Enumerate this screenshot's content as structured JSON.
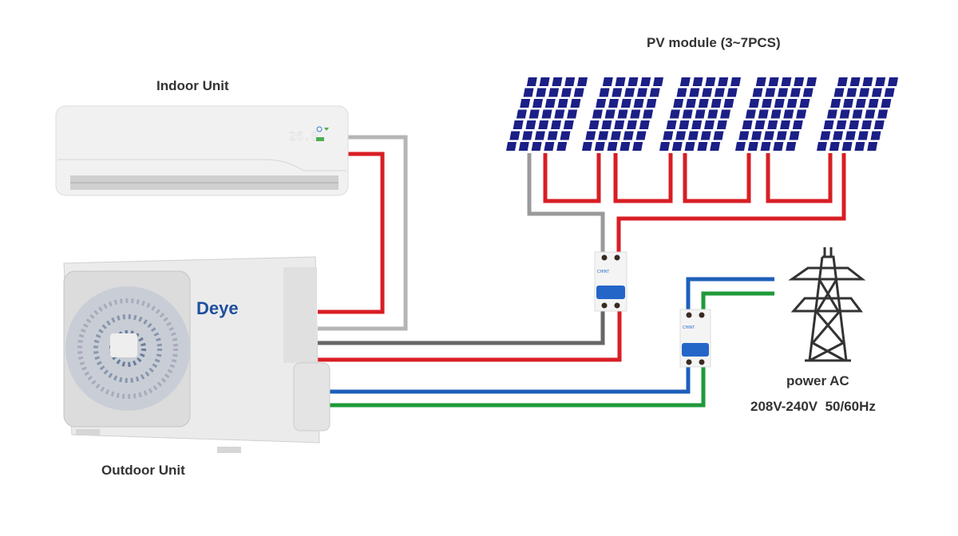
{
  "labels": {
    "indoor": "Indoor Unit",
    "outdoor": "Outdoor Unit",
    "pv": "PV module (3~7PCS)",
    "power": "power AC",
    "voltage": "208V-240V  50/60Hz"
  },
  "indoor_display": "26.0",
  "brand_logo": "Deye",
  "breaker_brand": "CHINT",
  "panel_count": 5,
  "colors": {
    "panel": "#1b1f86",
    "red_wire": "#d81e24",
    "gray_wire": "#9a9a9a",
    "dark_wire": "#555555",
    "blue_wire": "#1d5fb8",
    "green_wire": "#1f9a3a",
    "breaker_blue": "#2466c8",
    "brand": "#1d4f9f"
  }
}
